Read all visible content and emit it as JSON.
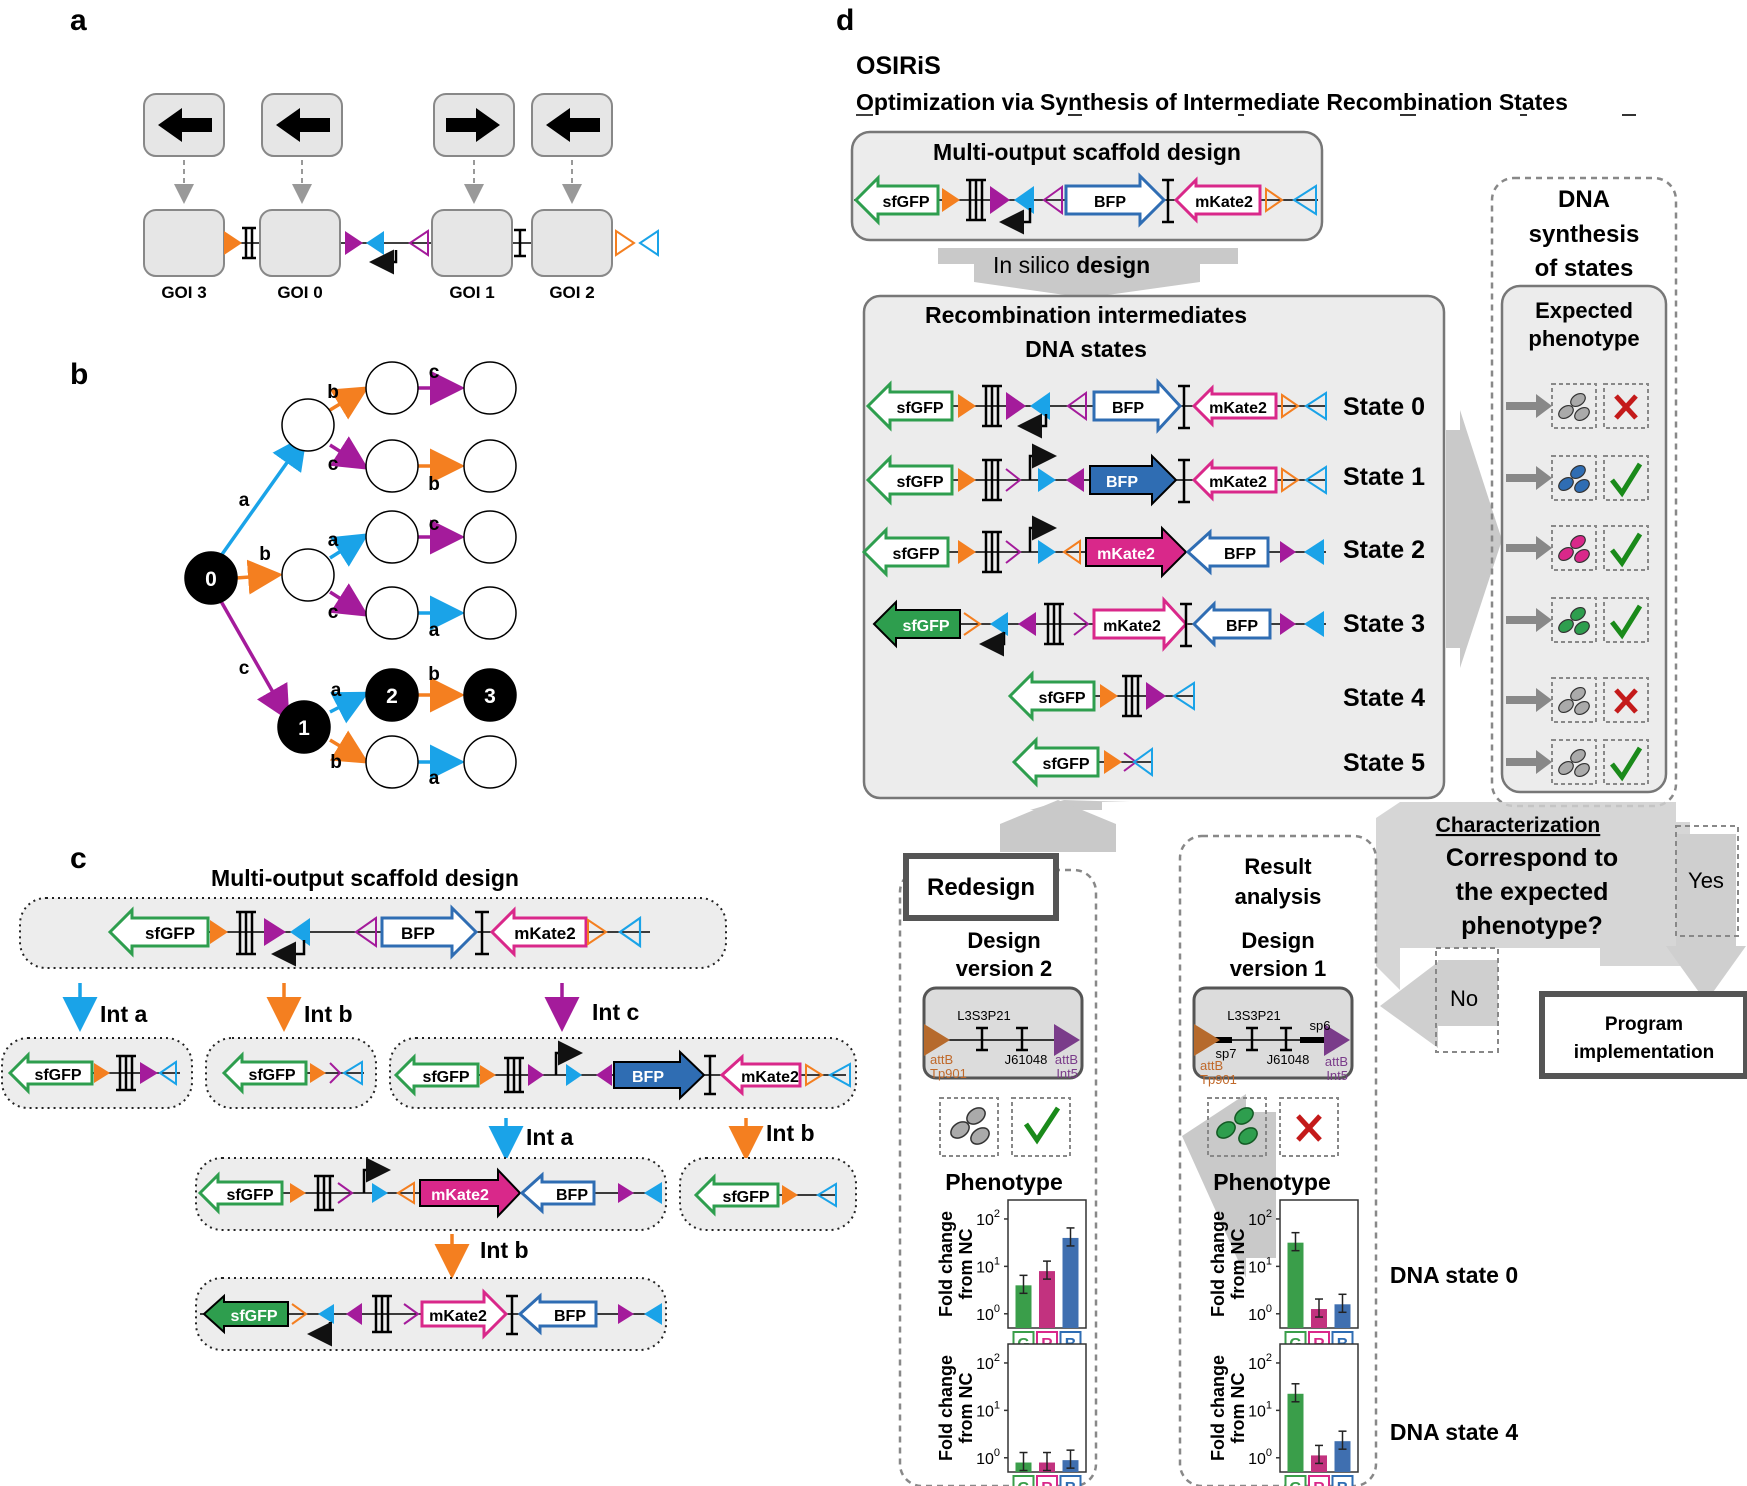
{
  "panels": {
    "a": {
      "letter": "a",
      "goi_labels": [
        "GOI 3",
        "GOI 0",
        "GOI 1",
        "GOI 2"
      ]
    },
    "b": {
      "letter": "b",
      "root_label": "0",
      "edge_labels": {
        "a": "a",
        "b": "b",
        "c": "c"
      },
      "state_nodes": [
        "1",
        "2",
        "3"
      ]
    },
    "c": {
      "letter": "c",
      "title": "Multi-output scaffold design",
      "integrases": [
        "Int a",
        "Int b",
        "Int c"
      ],
      "genes": {
        "gfp": "sfGFP",
        "bfp": "BFP",
        "rfp": "mKate2"
      }
    },
    "d": {
      "letter": "d",
      "title": "OSIRiS",
      "subtitle": "Optimization via Synthesis of Intermediate Recombination States",
      "scaffold_box_title": "Multi-output scaffold design",
      "in_silico_prefix": "In silico ",
      "in_silico_bold": "design",
      "intermediates_title_1": "Recombination intermediates",
      "intermediates_title_2": "DNA states",
      "states": [
        "State 0",
        "State 1",
        "State 2",
        "State 3",
        "State 4",
        "State 5"
      ],
      "expected_outcomes": [
        "x",
        "check",
        "check",
        "check",
        "x",
        "check"
      ],
      "synthesis_title": [
        "DNA",
        "synthesis",
        "of states"
      ],
      "expected_title": [
        "Expected",
        "phenotype"
      ],
      "characterization_label": "Characterization",
      "question": [
        "Correspond to",
        "the expected",
        "phenotype?"
      ],
      "yes_label": "Yes",
      "no_label": "No",
      "program_label": [
        "Program",
        "implementation"
      ],
      "redesign_label": "Redesign",
      "result_analysis": [
        "Result",
        "analysis"
      ],
      "design_v2": [
        "Design",
        "version 2"
      ],
      "design_v1": [
        "Design",
        "version 1"
      ],
      "construct_labels": {
        "l3s3p21": "L3S3P21",
        "j61048": "J61048",
        "attb": "attB",
        "tp901": "Tp901",
        "int5": "Int5",
        "sp7": "sp7",
        "sp6": "sp6"
      },
      "phenotype_label": "Phenotype",
      "fold_change_label": [
        "Fold change",
        "from NC"
      ],
      "dna_state_labels": [
        "DNA state 0",
        "DNA state 4"
      ],
      "bar_categories": [
        "G",
        "R",
        "B"
      ],
      "yticks": [
        "10",
        "10",
        "10"
      ],
      "ytick_exps": [
        "0",
        "1",
        "2"
      ]
    }
  },
  "chart_data": [
    {
      "type": "bar",
      "title": "",
      "panel": "Design version 2 - DNA state 0",
      "categories": [
        "G",
        "R",
        "B"
      ],
      "values": [
        0.6,
        0.9,
        1.6
      ],
      "log_scale": true,
      "ylim_log10": [
        -0.3,
        2.4
      ],
      "colors": [
        "#3a9e4a",
        "#c2327f",
        "#3f6fb0"
      ]
    },
    {
      "type": "bar",
      "title": "",
      "panel": "Design version 2 - DNA state 4",
      "categories": [
        "G",
        "R",
        "B"
      ],
      "values": [
        -0.1,
        -0.1,
        -0.05
      ],
      "log_scale": true,
      "ylim_log10": [
        -0.3,
        2.4
      ],
      "colors": [
        "#3a9e4a",
        "#c2327f",
        "#3f6fb0"
      ]
    },
    {
      "type": "bar",
      "title": "",
      "panel": "Design version 1 - DNA state 0",
      "categories": [
        "G",
        "R",
        "B"
      ],
      "values": [
        1.5,
        0.1,
        0.2
      ],
      "log_scale": true,
      "ylim_log10": [
        -0.3,
        2.4
      ],
      "colors": [
        "#3a9e4a",
        "#c2327f",
        "#3f6fb0"
      ]
    },
    {
      "type": "bar",
      "title": "",
      "panel": "Design version 1 - DNA state 4",
      "categories": [
        "G",
        "R",
        "B"
      ],
      "values": [
        1.35,
        0.05,
        0.35
      ],
      "log_scale": true,
      "ylim_log10": [
        -0.3,
        2.4
      ],
      "colors": [
        "#3a9e4a",
        "#c2327f",
        "#3f6fb0"
      ]
    }
  ],
  "colors": {
    "gfp": "#2e9e4e",
    "bfp": "#2f6db3",
    "rfp": "#d9288a",
    "int_a": "#1aa3e8",
    "int_b": "#f47f20",
    "int_c": "#a41b9b",
    "gray_arrow": "#c8c8c8",
    "box_fill": "#ededed"
  }
}
